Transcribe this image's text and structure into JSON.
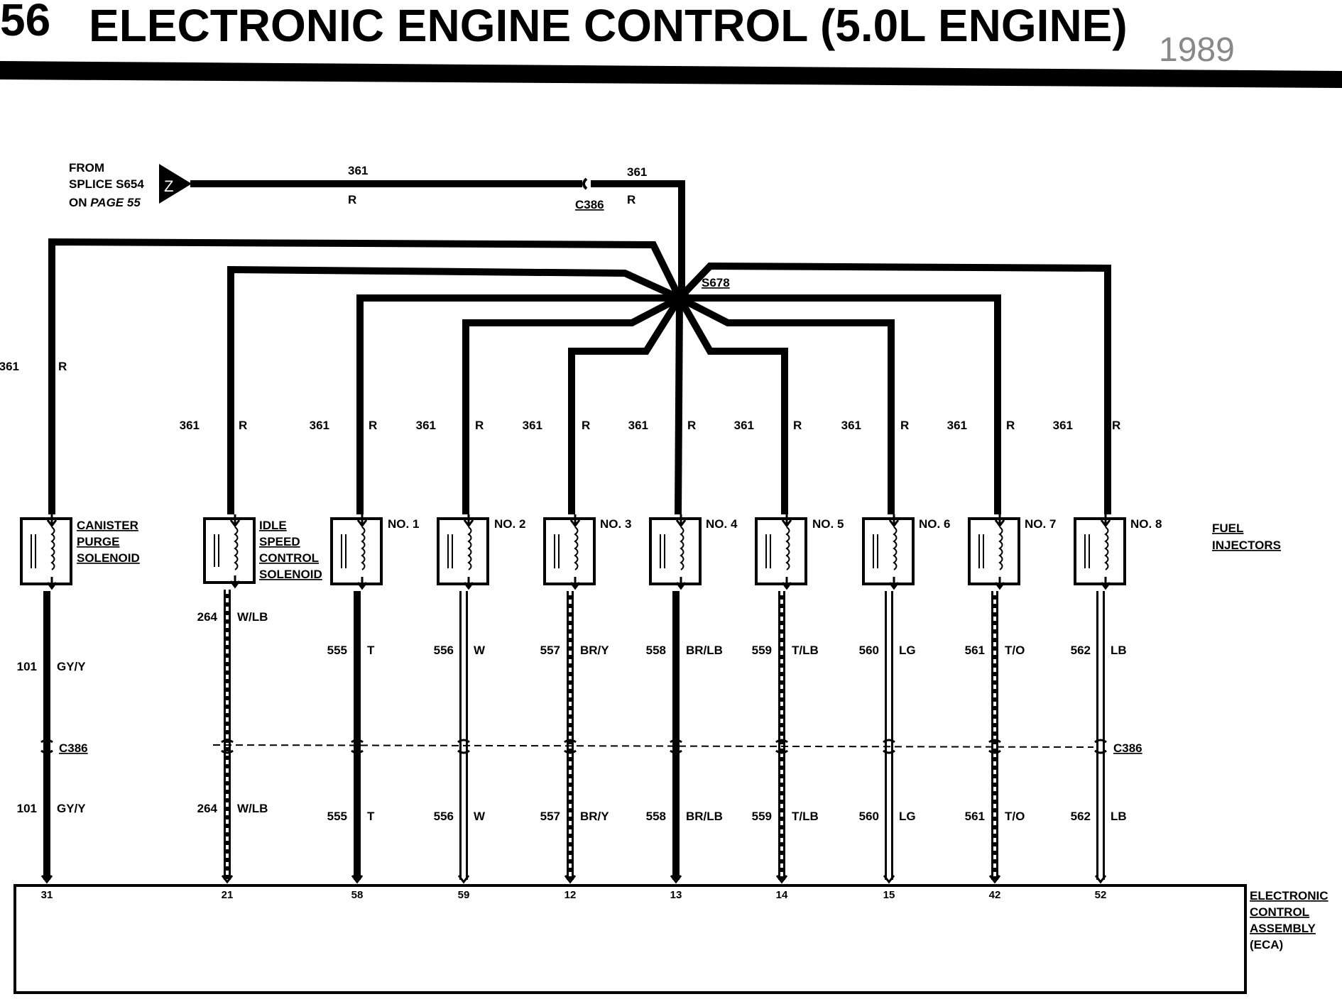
{
  "header": {
    "page_number": "56",
    "title": "ELECTRONIC ENGINE CONTROL (5.0L ENGINE)",
    "year": "1989"
  },
  "source_ref": {
    "line1": "FROM",
    "line2": "SPLICE S654",
    "line3_prefix": "ON",
    "line3_page": "PAGE 55",
    "connector_letter": "Z"
  },
  "feed": {
    "circuit_a": "361",
    "color_a": "R",
    "circuit_b": "361",
    "color_b": "R",
    "connector": "C386",
    "splice": "S678"
  },
  "branches": [
    {
      "circuit": "361",
      "color": "R",
      "device_label": [
        "CANISTER",
        "PURGE",
        "SOLENOID"
      ],
      "low_circuit": "101",
      "low_color": "GY/Y",
      "low_circuit_b": "101",
      "low_color_b": "GY/Y",
      "pin": "31"
    },
    {
      "circuit": "361",
      "color": "R",
      "device_label": [
        "IDLE",
        "SPEED",
        "CONTROL",
        "SOLENOID"
      ],
      "low_circuit": "264",
      "low_color": "W/LB",
      "low_circuit_b": "264",
      "low_color_b": "W/LB",
      "pin": "21"
    },
    {
      "circuit": "361",
      "color": "R",
      "device_label": [
        "NO. 1"
      ],
      "low_circuit": "555",
      "low_color": "T",
      "low_circuit_b": "555",
      "low_color_b": "T",
      "pin": "58"
    },
    {
      "circuit": "361",
      "color": "R",
      "device_label": [
        "NO. 2"
      ],
      "low_circuit": "556",
      "low_color": "W",
      "low_circuit_b": "556",
      "low_color_b": "W",
      "pin": "59"
    },
    {
      "circuit": "361",
      "color": "R",
      "device_label": [
        "NO. 3"
      ],
      "low_circuit": "557",
      "low_color": "BR/Y",
      "low_circuit_b": "557",
      "low_color_b": "BR/Y",
      "pin": "12"
    },
    {
      "circuit": "361",
      "color": "R",
      "device_label": [
        "NO. 4"
      ],
      "low_circuit": "558",
      "low_color": "BR/LB",
      "low_circuit_b": "558",
      "low_color_b": "BR/LB",
      "pin": "13"
    },
    {
      "circuit": "361",
      "color": "R",
      "device_label": [
        "NO. 5"
      ],
      "low_circuit": "559",
      "low_color": "T/LB",
      "low_circuit_b": "559",
      "low_color_b": "T/LB",
      "pin": "14"
    },
    {
      "circuit": "361",
      "color": "R",
      "device_label": [
        "NO. 6"
      ],
      "low_circuit": "560",
      "low_color": "LG",
      "low_circuit_b": "560",
      "low_color_b": "LG",
      "pin": "15"
    },
    {
      "circuit": "361",
      "color": "R",
      "device_label": [
        "NO. 7"
      ],
      "low_circuit": "561",
      "low_color": "T/O",
      "low_circuit_b": "561",
      "low_color_b": "T/O",
      "pin": "42"
    },
    {
      "circuit": "361",
      "color": "R",
      "device_label": [
        "NO. 8"
      ],
      "low_circuit": "562",
      "low_color": "LB",
      "low_circuit_b": "562",
      "low_color_b": "LB",
      "pin": "52"
    }
  ],
  "lower_connector": {
    "left": "C386",
    "right": "C386"
  },
  "injectors_label": [
    "FUEL",
    "INJECTORS"
  ],
  "eca_label": [
    "ELECTRONIC",
    "CONTROL",
    "ASSEMBLY",
    "(ECA)"
  ]
}
